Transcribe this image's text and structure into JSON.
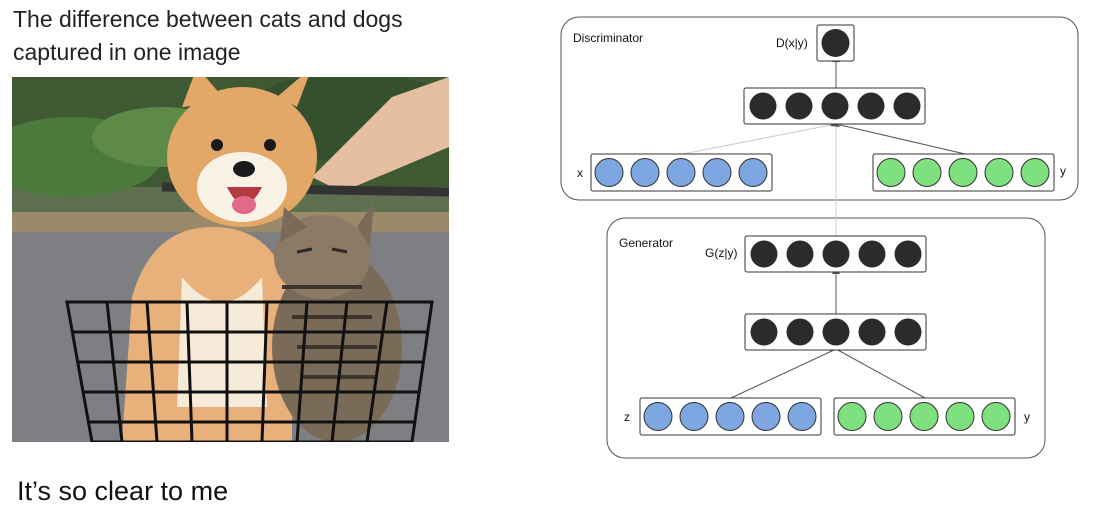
{
  "meme": {
    "title": "The difference between cats and dogs captured in one image",
    "caption": "It’s so clear to me"
  },
  "diagram": {
    "discriminator_label": "Discriminator",
    "generator_label": "Generator",
    "d_output_label": "D(x|y)",
    "g_output_label": "G(z|y)",
    "x_label": "x",
    "y_label": "y",
    "z_label": "z"
  },
  "colors": {
    "node_dark": "#2b2b2b",
    "node_blue": "#7ea6e0",
    "node_green": "#7ee07e"
  }
}
